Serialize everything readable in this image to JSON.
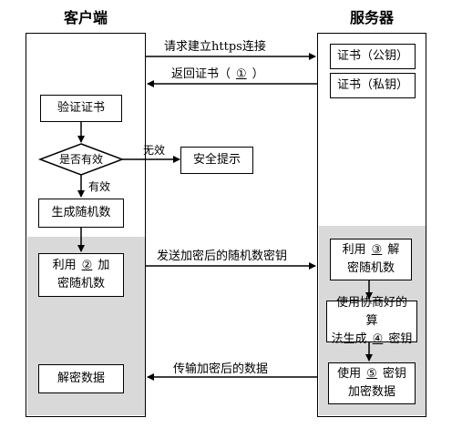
{
  "client": {
    "title": "客户端",
    "verify_cert": "验证证书",
    "decision": "是否有效",
    "invalid": "无效",
    "valid": "有效",
    "security_alert": "安全提示",
    "gen_random": "生成随机数",
    "encrypt_pre": "利用",
    "encrypt_blank": "②",
    "encrypt_post": "加",
    "encrypt_line2": "密随机数",
    "decrypt_data": "解密数据"
  },
  "server": {
    "title": "服务器",
    "cert_public": "证书（公钥）",
    "cert_private": "证书（私钥）",
    "decrypt_pre": "利用",
    "decrypt_blank": "③",
    "decrypt_post": "解",
    "decrypt_line2": "密随机数",
    "negotiate_line1": "使用协商好的算",
    "negotiate_pre": "法生成",
    "negotiate_blank": "④",
    "negotiate_post": "密钥",
    "use_pre": "使用",
    "use_blank": "⑤",
    "use_post": "密钥",
    "use_line2": "加密数据"
  },
  "messages": {
    "request": "请求建立https连接",
    "return_pre": "返回证书（",
    "return_blank": "①",
    "return_post": "）",
    "send_random": "发送加密后的随机数密钥",
    "send_data": "传输加密后的数据"
  }
}
